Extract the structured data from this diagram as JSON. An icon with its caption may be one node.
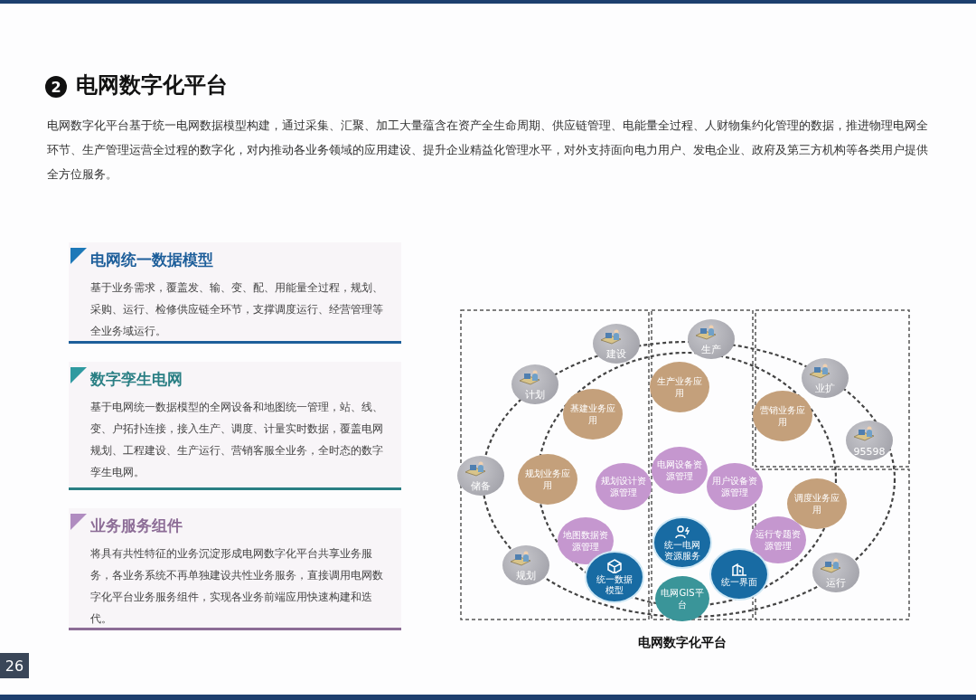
{
  "diagram": {
    "title": "电网数字化平台",
    "caption": "电网数字化平台",
    "nodes": [
      {
        "text": [
          "电网统一数据模型",
          "基于业务需求，覆盖发、输、变、配、用能量全过程，规划、采购、运行、检修供应链全环节，支撑调度运行、经营管理等全业务域运行。"
        ]
      },
      {
        "text": [
          "数字孪生电网",
          "基于电网统一数据模型的全网设备和地图统一管理，站、线、变、户拓扑连接，接入生产、调度、计量实时数据，覆盖电网规划、工程建设、生产运行、营销客服全业务，全时态的数字孪生电网。"
        ]
      },
      {
        "text": [
          "业务服务组件",
          "将具有共性特征的业务沉淀形成电网数字化平台共享业务服务，各业务系统不再单独建设共性业务服务，直接调用电网数字化平台业务服务组件，实现各业务前端应用快速构建和迭代。"
        ]
      },
      {
        "text": [
          "建设"
        ]
      },
      {
        "text": [
          "生产"
        ]
      },
      {
        "text": [
          "计划"
        ]
      },
      {
        "text": [
          "业扩"
        ]
      },
      {
        "text": [
          "生产业务应用"
        ]
      },
      {
        "text": [
          "基建业务应用"
        ]
      },
      {
        "text": [
          "营销业务应用"
        ]
      },
      {
        "text": [
          "95598"
        ]
      },
      {
        "text": [
          "电网设备资源管理"
        ]
      },
      {
        "text": [
          "储备"
        ]
      },
      {
        "text": [
          "规划业务应用"
        ]
      },
      {
        "text": [
          "规划设计资源管理"
        ]
      },
      {
        "text": [
          "用户设备资源管理"
        ]
      },
      {
        "text": [
          "调度业务应用"
        ]
      },
      {
        "text": [
          "地图数据资源管理"
        ]
      },
      {
        "text": [
          "运行专题资源管理"
        ]
      },
      {
        "text": [
          "统一电网资源服务"
        ]
      },
      {
        "text": [
          "统一界面"
        ]
      },
      {
        "text": [
          "规划"
        ]
      },
      {
        "text": [
          "运行"
        ]
      },
      {
        "text": [
          "统一数据模型"
        ]
      },
      {
        "text": [
          "电网GIS平台"
        ]
      }
    ],
    "labels": [
      "2",
      "电网数字化平台基于统一电网数据模型构建，通过采集、汇聚、加工大量蕴含在资产全生命周期、供应链管理、电能量全过程、人财物集约化管理的数据，推进物理电网全环节、生产管理运营全过程的数字化，对内推动各业务领域的应用建设、提升企业精益化管理水平，对外支持面向电力用户、发电企业、政府及第三方机构等各类用户提供全方位服务。",
      "26"
    ]
  }
}
